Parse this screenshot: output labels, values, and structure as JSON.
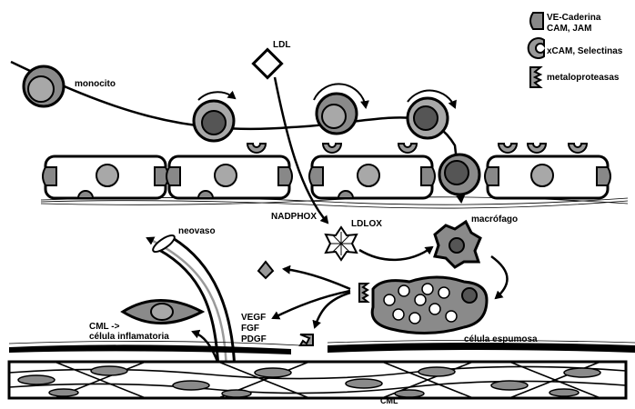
{
  "legend": {
    "ve_cadherin": "VE-Caderina",
    "cam_jam": "CAM, JAM",
    "xcam_selectins": "xCAM, Selectinas",
    "metalloproteases": "metaloproteasas"
  },
  "labels": {
    "monocyte": "monocito",
    "ldl": "LDL",
    "nadphox": "NADPHOX",
    "ldlox": "LDLOX",
    "macrophage": "macrófago",
    "neovessel": "neovaso",
    "foam_cell": "célula espumosa",
    "vegf": "VEGF",
    "fgf": "FGF",
    "pdgf": "PDGF",
    "cml_line1": "CML ->",
    "cml_line2": "célula inflamatoria",
    "cml_bottom": "CML"
  },
  "colors": {
    "nucleus": "#a8a8a8",
    "nucleus_dark": "#555555",
    "cell_gray": "#8a8a8a",
    "black": "#000000"
  }
}
